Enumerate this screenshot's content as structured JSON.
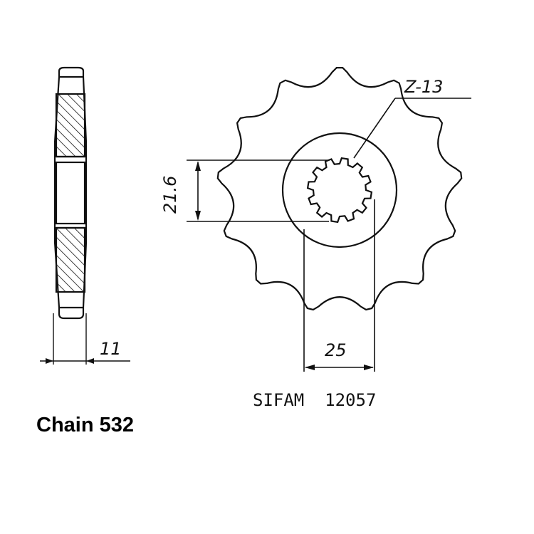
{
  "labels": {
    "teeth": "Z-13",
    "inner_diameter": "21.6",
    "width": "25",
    "thickness": "11",
    "part": "SIFAM  12057",
    "chain": "Chain 532"
  },
  "sprocket": {
    "tooth_count": 13
  },
  "colors": {
    "ink": "#111111",
    "background": "#ffffff"
  }
}
